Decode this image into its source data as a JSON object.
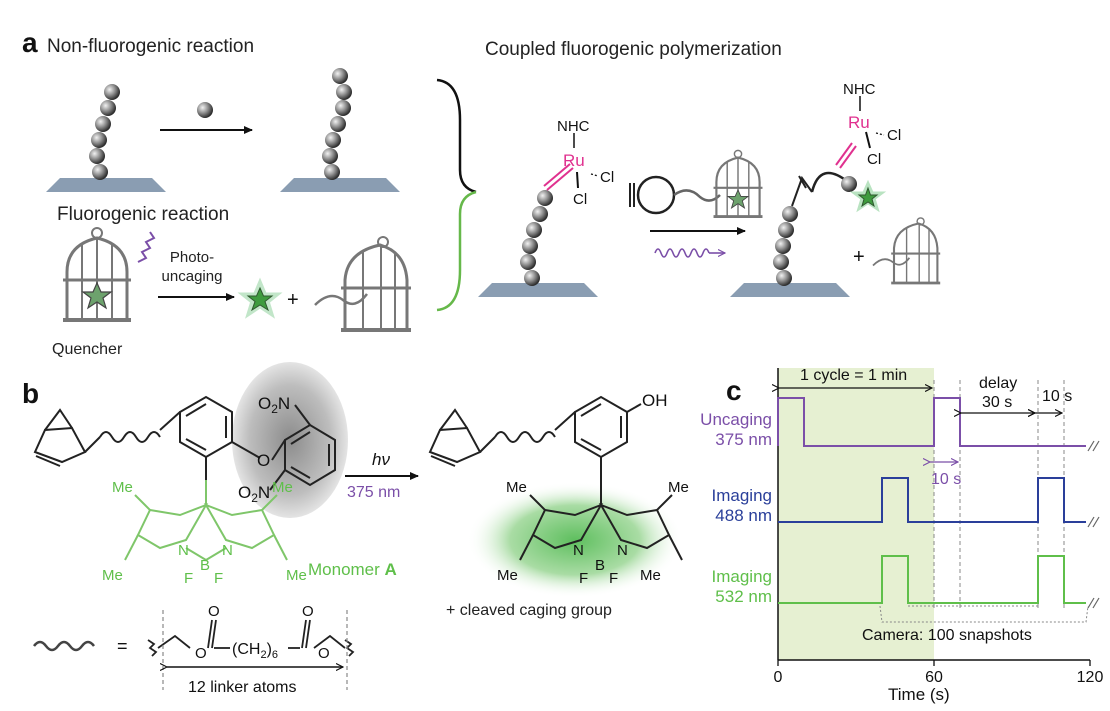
{
  "panel_a": {
    "letter": "a",
    "non_fluorogenic_title": "Non-fluorogenic reaction",
    "fluorogenic_title": "Fluorogenic reaction",
    "coupled_title": "Coupled fluorogenic polymerization",
    "photo_label_1": "Photo-",
    "photo_label_2": "uncaging",
    "quencher_label": "Quencher",
    "plus": "+",
    "ru_label": "Ru",
    "nhc_label": "NHC",
    "cl_label": "Cl"
  },
  "panel_b": {
    "letter": "b",
    "no2": "O",
    "no2_sub": "2",
    "no2_n": "N",
    "o_atom": "O",
    "oh": "OH",
    "me": "Me",
    "n_atom": "N",
    "b_atom": "B",
    "f_atom": "F",
    "hv": "hν",
    "wavelength": "375 nm",
    "monomer_label": "Monomer ",
    "monomer_id": "A",
    "cleaved_label": "+ cleaved caging group",
    "equals": "=",
    "ch2": "(CH",
    "ch2_sub": "2",
    "ch2_close": ")",
    "ch2_count": "6",
    "linker_label": "12 linker atoms"
  },
  "panel_c": {
    "letter": "c",
    "cycle_label": "1 cycle = 1 min",
    "delay_label_1": "delay",
    "delay_label_2": "30 s",
    "ten_s_top": "10 s",
    "ten_s_bottom": "10 s",
    "camera_label": "Camera: 100 snapshots",
    "xlabel": "Time (s)"
  },
  "chart_data": {
    "type": "line",
    "xlabel": "Time (s)",
    "xlim": [
      0,
      120
    ],
    "x_ticks": [
      "0",
      "60",
      "120"
    ],
    "shaded_region": [
      0,
      60
    ],
    "series": [
      {
        "name": "Uncaging 375 nm",
        "label_1": "Uncaging",
        "label_2": "375 nm",
        "color": "#7b4fa8",
        "pulses": [
          [
            0,
            10
          ],
          [
            60,
            70
          ]
        ]
      },
      {
        "name": "Imaging 488 nm",
        "label_1": "Imaging",
        "label_2": "488 nm",
        "color": "#2a3f9a",
        "pulses": [
          [
            40,
            50
          ],
          [
            100,
            110
          ]
        ]
      },
      {
        "name": "Imaging 532 nm",
        "label_1": "Imaging",
        "label_2": "532 nm",
        "color": "#5fbf4a",
        "pulses": [
          [
            40,
            50
          ],
          [
            100,
            110
          ]
        ]
      }
    ]
  },
  "colors": {
    "purple": "#7b4fa8",
    "blue": "#2a3f9a",
    "green": "#5fbf4a",
    "magenta": "#e0318f",
    "light_green": "#7fc66a",
    "shade": "#e6f0d2"
  }
}
